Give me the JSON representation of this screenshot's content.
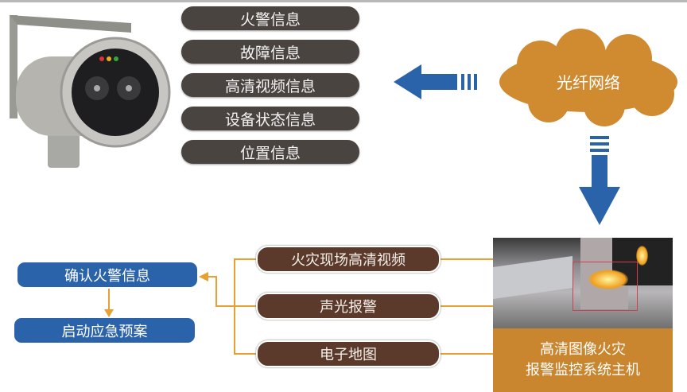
{
  "info_items": [
    "火警信息",
    "故障信息",
    "高清视频信息",
    "设备状态信息",
    "位置信息"
  ],
  "network": "光纤网络",
  "outputs": [
    "火灾现场高清视频",
    "声光报警",
    "电子地图"
  ],
  "host": {
    "line1": "高清图像火灾",
    "line2": "报警监控系统主机"
  },
  "actions": [
    "确认火警信息",
    "启动应急预案"
  ],
  "colors": {
    "pill": "#4a4441",
    "brown": "#5b3a2b",
    "blue": "#2b63ab",
    "orange": "#e8a030",
    "cloud": "#d08a30"
  }
}
